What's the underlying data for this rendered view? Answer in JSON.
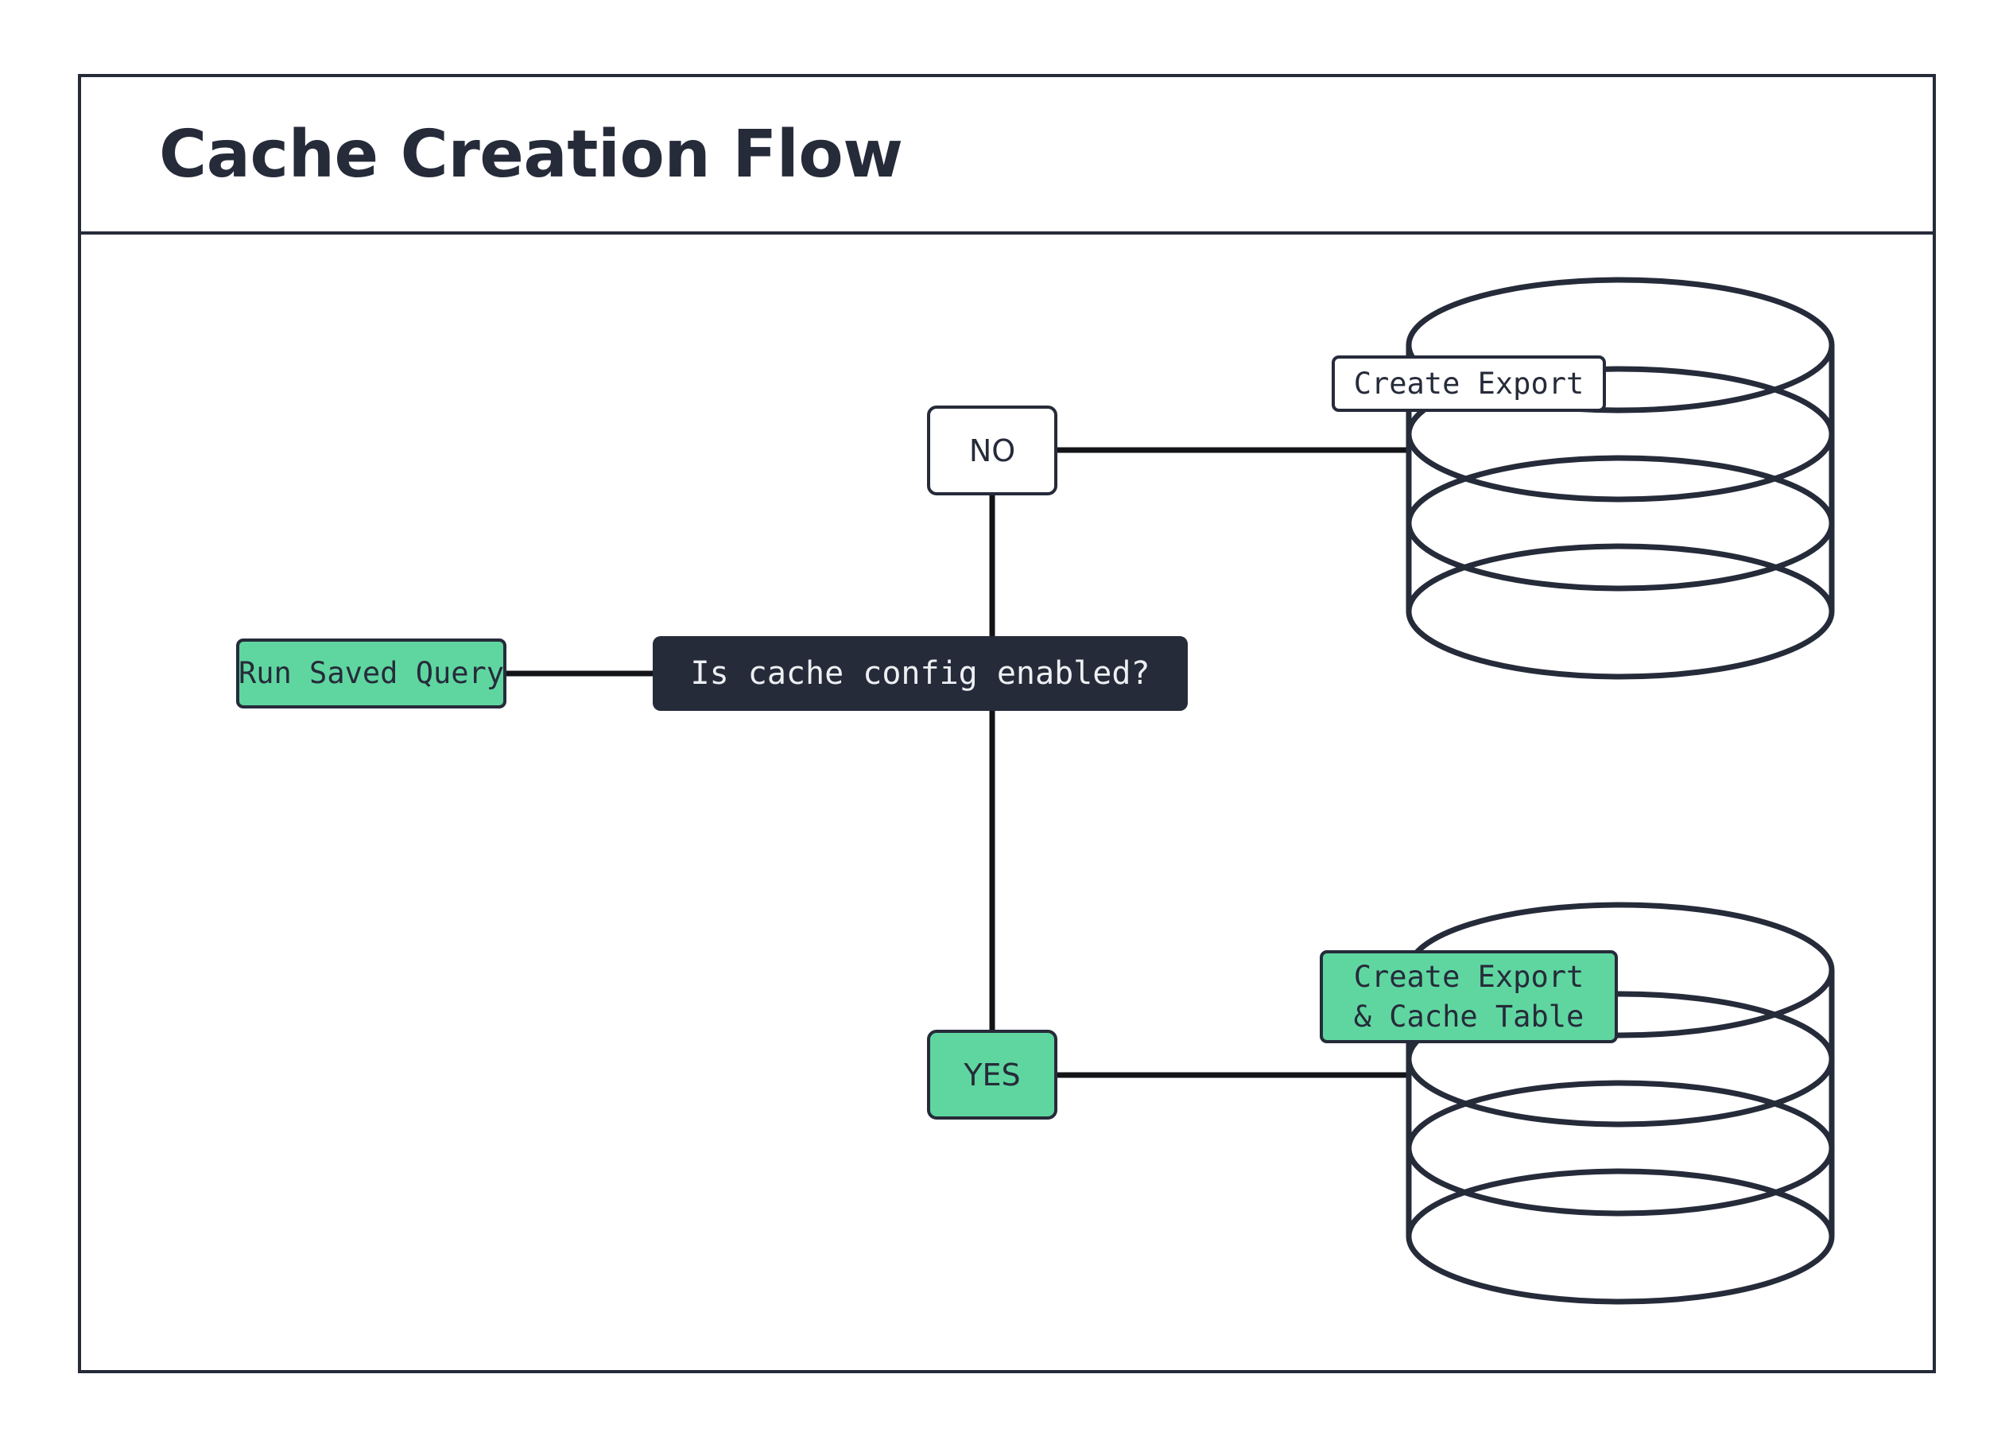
{
  "diagram": {
    "title": "Cache Creation Flow",
    "type": "flowchart",
    "colors": {
      "ink": "#262B3A",
      "accent_green": "#5FD6A0",
      "decision_fill": "#262B3A",
      "decision_text": "#EDEFF2",
      "canvas": "#FFFFFF"
    },
    "nodes": [
      {
        "id": "run-saved-query",
        "label": "Run Saved Query",
        "shape": "rounded-rect",
        "fill": "#5FD6A0"
      },
      {
        "id": "is-cache-config-enabled",
        "label": "Is cache config enabled?",
        "shape": "rounded-rect",
        "fill": "#262B3A"
      },
      {
        "id": "database-top",
        "label": "Create Export",
        "shape": "cylinder",
        "fill": "#FFFFFF"
      },
      {
        "id": "database-bottom",
        "label": "Create Export\n& Cache Table",
        "shape": "cylinder",
        "fill": "#5FD6A0"
      }
    ],
    "edge_labels": {
      "no": "NO",
      "yes": "YES"
    },
    "edges": [
      {
        "from": "run-saved-query",
        "to": "is-cache-config-enabled",
        "label": ""
      },
      {
        "from": "is-cache-config-enabled",
        "to": "database-top",
        "label": "NO"
      },
      {
        "from": "is-cache-config-enabled",
        "to": "database-bottom",
        "label": "YES"
      }
    ]
  }
}
